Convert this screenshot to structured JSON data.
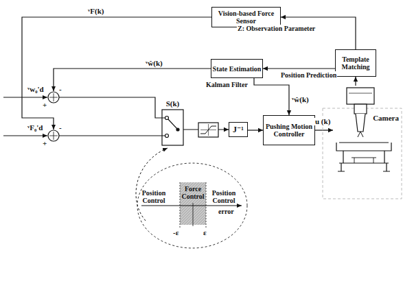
{
  "diagram": {
    "nodes": [
      {
        "text": [
          "Vision-based Force Sensor"
        ]
      },
      {
        "text": [
          "State Estimation"
        ]
      },
      {
        "text": [
          "Template Matching"
        ]
      },
      {
        "text": [
          "S(k)"
        ]
      },
      {
        "text": [
          "J⁻¹"
        ]
      },
      {
        "text": [
          "Pushing Motion Controller"
        ]
      },
      {
        "text": [
          "Camera"
        ]
      }
    ],
    "edges": [
      {
        "from": 2,
        "to": 0,
        "arrow": "to",
        "label": "Z: Observation Parameter"
      },
      {
        "from": 2,
        "to": 1,
        "arrow": "to",
        "label": "Position Prediction"
      },
      {
        "from": 1,
        "to": 5,
        "arrow": "to",
        "label": "ᵛŵ(k)"
      },
      {
        "from": 3,
        "to": 4,
        "arrow": "to"
      },
      {
        "from": 4,
        "to": 5,
        "arrow": "to"
      },
      {
        "from": 5,
        "to": 6,
        "arrow": "to",
        "label": "u (k)"
      },
      {
        "from": 6,
        "to": 2,
        "arrow": "to"
      }
    ],
    "labels": [
      "ᵛF(k)",
      "ᵛŵ(k)",
      "Kalman Filter",
      "ᵛw₀'d",
      "ᵛF₀'d",
      "-",
      "+",
      "-",
      "+",
      "Position Control",
      "Force Control",
      "Position Control",
      "-ε",
      "ε",
      "error"
    ]
  }
}
